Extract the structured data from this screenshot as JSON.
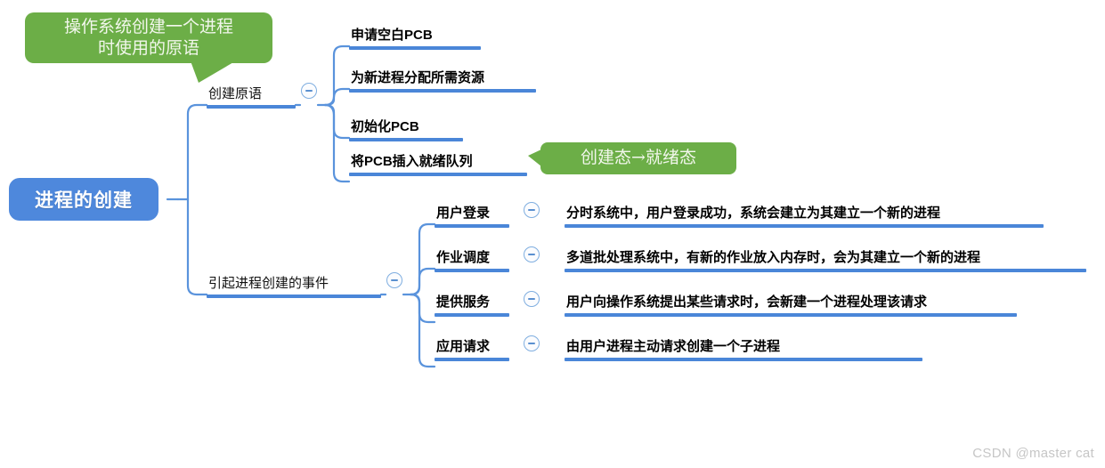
{
  "diagram": {
    "type": "mindmap",
    "root": {
      "label": "进程的创建",
      "color": "#4E88DC"
    },
    "branches": [
      {
        "label": "创建原语",
        "collapse_icon": "minus-circle-icon",
        "children": [
          {
            "label": "申请空白PCB"
          },
          {
            "label": "为新进程分配所需资源"
          },
          {
            "label": "初始化PCB"
          },
          {
            "label": "将PCB插入就绪队列"
          }
        ]
      },
      {
        "label": "引起进程创建的事件",
        "collapse_icon": "minus-circle-icon",
        "children": [
          {
            "label": "用户登录",
            "detail": "分时系统中，用户登录成功，系统会建立为其建立一个新的进程"
          },
          {
            "label": "作业调度",
            "detail": "多道批处理系统中，有新的作业放入内存时，会为其建立一个新的进程"
          },
          {
            "label": "提供服务",
            "detail": "用户向操作系统提出某些请求时，会新建一个进程处理该请求"
          },
          {
            "label": "应用请求",
            "detail": "由用户进程主动请求创建一个子进程"
          }
        ]
      }
    ],
    "callouts": [
      {
        "name": "callout-primitive",
        "text": "操作系统创建一个进程\n时使用的原语",
        "line1": "操作系统创建一个进程",
        "line2": "时使用的原语",
        "color": "#6CAE47"
      },
      {
        "name": "callout-state",
        "text": "创建态→就绪态",
        "color": "#6CAE47"
      }
    ],
    "line_color": "#4A86D8",
    "watermark": "CSDN @master cat"
  }
}
